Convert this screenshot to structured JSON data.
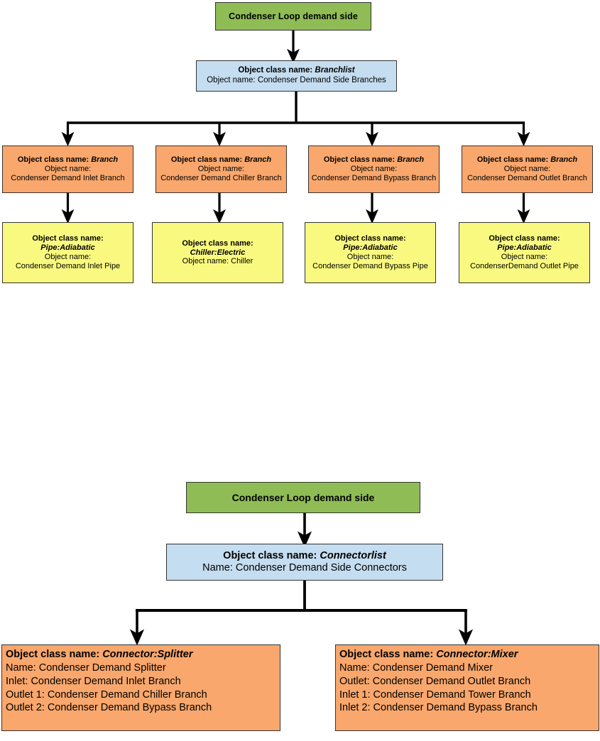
{
  "colors": {
    "green": "#8fbc55",
    "blue": "#c5ddf0",
    "orange": "#f9a76c",
    "yellow": "#f9f97f",
    "border": "#333333",
    "edge": "#000000",
    "background": "#ffffff"
  },
  "top_diagram": {
    "root": {
      "label": "Condenser Loop demand side"
    },
    "list_node": {
      "class_label": "Object class name:",
      "class_value": "Branchlist",
      "name_line": "Object name: Condenser Demand Side Branches"
    },
    "branches": [
      {
        "class_label": "Object class name:",
        "class_value": "Branch",
        "name_label": "Object name:",
        "name_value": "Condenser Demand Inlet Branch"
      },
      {
        "class_label": "Object class name:",
        "class_value": "Branch",
        "name_label": "Object name:",
        "name_value": "Condenser Demand Chiller Branch"
      },
      {
        "class_label": "Object class name:",
        "class_value": "Branch",
        "name_label": "Object name:",
        "name_value": "Condenser Demand Bypass Branch"
      },
      {
        "class_label": "Object class name:",
        "class_value": "Branch",
        "name_label": "Object name:",
        "name_value": "Condenser Demand Outlet Branch"
      }
    ],
    "components": [
      {
        "class_label": "Object class name:",
        "class_value": "Pipe:Adiabatic",
        "name_label": "Object name:",
        "name_value": "Condenser Demand Inlet Pipe"
      },
      {
        "class_label": "Object class name:",
        "class_value": "Chiller:Electric",
        "name_label": "Object name: Chiller",
        "name_value": ""
      },
      {
        "class_label": "Object class name:",
        "class_value": "Pipe:Adiabatic",
        "name_label": "Object name:",
        "name_value": "Condenser Demand Bypass Pipe"
      },
      {
        "class_label": "Object class name:",
        "class_value": "Pipe:Adiabatic",
        "name_label": "Object name:",
        "name_value": "CondenserDemand Outlet Pipe"
      }
    ]
  },
  "bottom_diagram": {
    "root": {
      "label": "Condenser Loop demand side"
    },
    "list_node": {
      "class_label": "Object class name:",
      "class_value": "Connectorlist",
      "name_line": "Name: Condenser Demand Side Connectors"
    },
    "connectors": [
      {
        "class_label": "Object class name:",
        "class_value": "Connector:Splitter",
        "lines": [
          "Name: Condenser Demand Splitter",
          "Inlet: Condenser Demand Inlet Branch",
          "Outlet 1: Condenser Demand Chiller Branch",
          "Outlet 2: Condenser Demand Bypass Branch"
        ]
      },
      {
        "class_label": "Object class name:",
        "class_value": "Connector:Mixer",
        "lines": [
          "Name: Condenser Demand Mixer",
          "Outlet: Condenser Demand Outlet Branch",
          "Inlet 1: Condenser Demand Tower Branch",
          "Inlet 2: Condenser Demand Bypass Branch"
        ]
      }
    ]
  }
}
